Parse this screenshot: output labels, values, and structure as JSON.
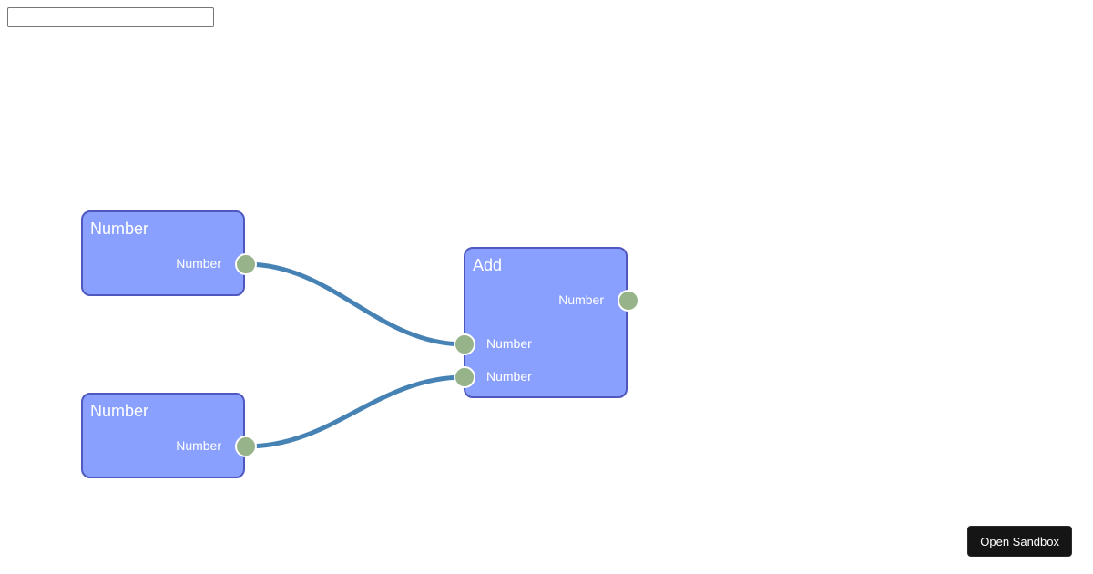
{
  "search": {
    "value": "",
    "placeholder": ""
  },
  "colors": {
    "node_fill": "#8aa0ff",
    "node_border": "#4e58bf",
    "socket_fill": "#96b38a",
    "connection": "#4682b4"
  },
  "nodes": [
    {
      "title": "Number",
      "outputs": [
        "Number"
      ],
      "inputs": []
    },
    {
      "title": "Number",
      "outputs": [
        "Number"
      ],
      "inputs": []
    },
    {
      "title": "Add",
      "outputs": [
        "Number"
      ],
      "inputs": [
        "Number",
        "Number"
      ]
    }
  ],
  "connections": [
    {
      "from_node": 0,
      "from_output": 0,
      "to_node": 2,
      "to_input": 0
    },
    {
      "from_node": 1,
      "from_output": 0,
      "to_node": 2,
      "to_input": 1
    }
  ],
  "sandbox_button": {
    "label": "Open Sandbox"
  }
}
